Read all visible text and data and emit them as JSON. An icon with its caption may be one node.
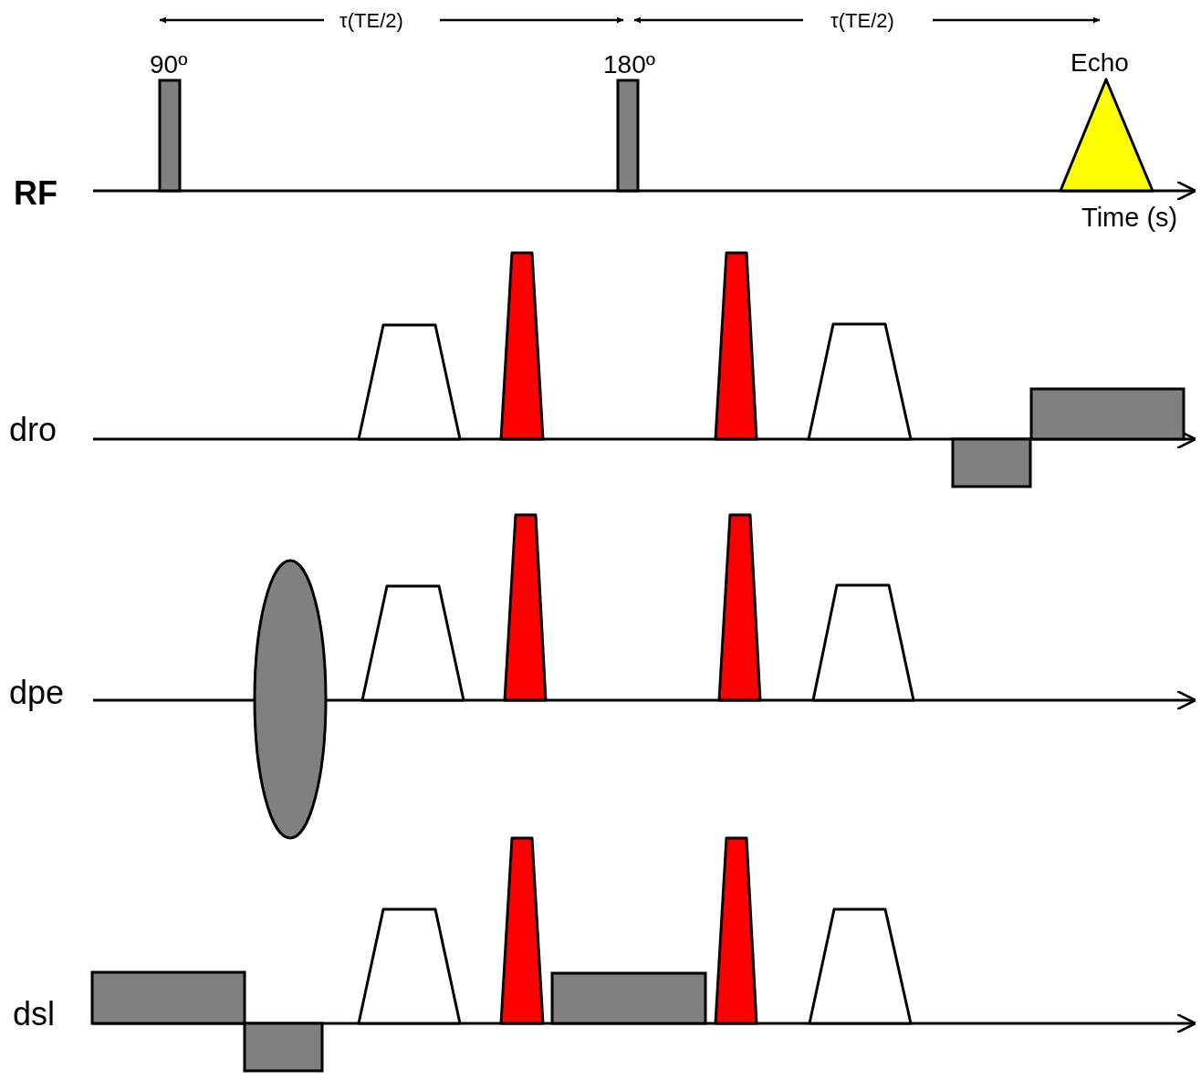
{
  "diagram": {
    "labels": [
      "τ(TE/2)",
      "τ(TE/2)",
      "90º",
      "180º",
      "Echo",
      "RF",
      "Time (s)",
      "dro",
      "dpe",
      "dsl"
    ]
  }
}
